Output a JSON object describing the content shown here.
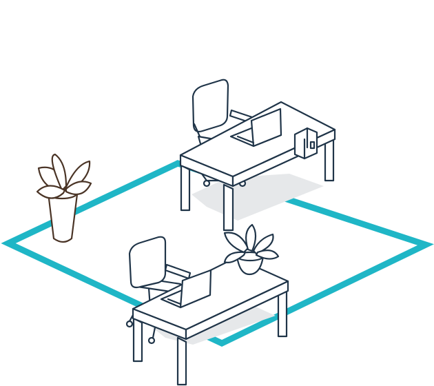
{
  "scene": {
    "description_visible_text": "",
    "colors": {
      "background": "#ffffff",
      "outline": "#1f3448",
      "floor_zone": "#1fb6c6",
      "shadow": "#e6e8ea",
      "plant_outline": "#4a3426",
      "fill": "#ffffff"
    },
    "objects": [
      "floor-zone",
      "desk-back",
      "chair-back",
      "laptop-back",
      "file-holder",
      "desk-front",
      "chair-front",
      "laptop-front",
      "potted-plant-desk",
      "floor-plant"
    ]
  }
}
